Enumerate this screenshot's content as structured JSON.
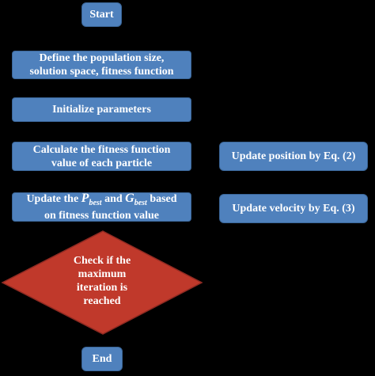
{
  "flowchart": {
    "start_label": "Start",
    "end_label": "End",
    "steps": [
      {
        "line1": "Define the population size,",
        "line2": "solution space, fitness function"
      },
      {
        "line1": "Initialize parameters"
      },
      {
        "line1": "Calculate the fitness function",
        "line2": "value of each particle"
      }
    ],
    "update_best": {
      "prefix": "Update the ",
      "p_symbol": "P",
      "p_sub": "best",
      "and": " and ",
      "g_symbol": "G",
      "g_sub": "best",
      "suffix": " based",
      "line2": "on fitness function value"
    },
    "decision": {
      "line1": "Check if the",
      "line2": "maximum",
      "line3": "iteration is",
      "line4": "reached"
    },
    "side_steps": [
      {
        "label": "Update position by Eq. (2)"
      },
      {
        "label": "Update velocity by Eq. (3)"
      }
    ],
    "colors": {
      "background": "#000000",
      "box_fill": "#4F81BD",
      "box_border": "#3A6597",
      "decision_fill": "#C0392B",
      "decision_border": "#8E2A22",
      "text": "#FFFFFF"
    }
  }
}
